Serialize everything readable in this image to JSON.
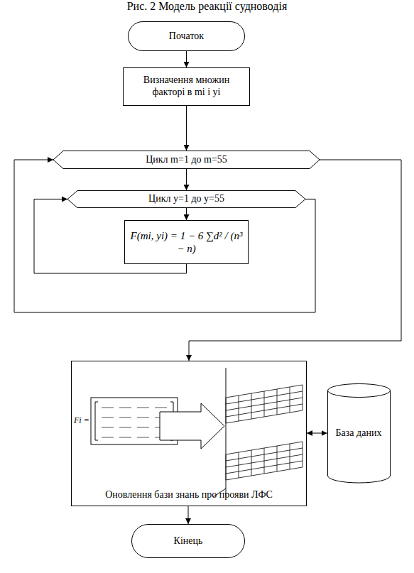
{
  "diagram": {
    "title": "Рис. 2 Модель реакції судноводія",
    "nodes": [
      {
        "text": [
          "Початок"
        ]
      },
      {
        "text": [
          "Визначення множин факторі в mi і yi"
        ]
      },
      {
        "text": [
          "Цикл m=1 до m=55"
        ]
      },
      {
        "text": [
          "Цикл y=1 до y=55"
        ]
      },
      {
        "text": [
          "F(mi, yi) = 1 − 6 ∑d² / (n³ − n)"
        ]
      },
      {
        "text": [
          "Оновлення бази знань про прояви ЛФС"
        ]
      },
      {
        "text": [
          "База даних"
        ]
      },
      {
        "text": [
          "Кінець"
        ]
      }
    ],
    "edges": [
      {
        "from": 0,
        "to": 1,
        "arrow": "to"
      },
      {
        "from": 1,
        "to": 2,
        "arrow": "to"
      },
      {
        "from": 2,
        "to": 3,
        "arrow": "to"
      },
      {
        "from": 3,
        "to": 4,
        "arrow": "to"
      },
      {
        "from": 4,
        "to": 3,
        "arrow": "to"
      },
      {
        "from": 3,
        "to": 2,
        "arrow": "to"
      },
      {
        "from": 2,
        "to": 5,
        "arrow": "to"
      },
      {
        "from": 5,
        "to": 6,
        "arrow": "both"
      },
      {
        "from": 5,
        "to": 7,
        "arrow": "to"
      }
    ],
    "labels": [
      "Fi ="
    ]
  }
}
